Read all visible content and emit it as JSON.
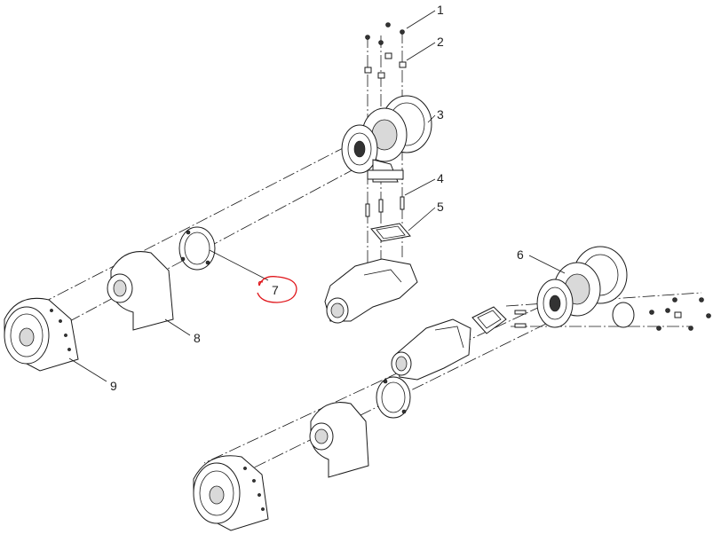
{
  "callouts": {
    "c1": "1",
    "c2": "2",
    "c3": "3",
    "c4": "4",
    "c5": "5",
    "c6": "6",
    "c7": "7",
    "c8": "8",
    "c9": "9"
  },
  "colors": {
    "line": "#1a1a1a",
    "highlight": "#e0161b",
    "background": "#ffffff"
  }
}
